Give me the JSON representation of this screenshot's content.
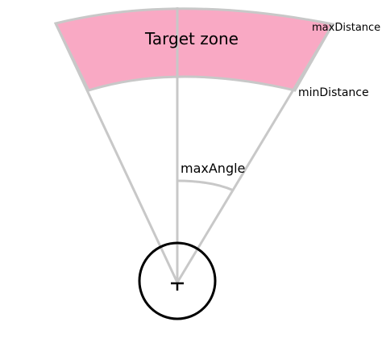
{
  "labels": {
    "zone": "Target zone",
    "max_distance": "maxDistance",
    "min_distance": "minDistance",
    "max_angle": "maxAngle"
  },
  "colors": {
    "zone_fill": "#f9a9c4",
    "lines": "#c8c8c8",
    "agent": "#000000"
  },
  "icons": {
    "agent": "agent-circle-icon"
  }
}
